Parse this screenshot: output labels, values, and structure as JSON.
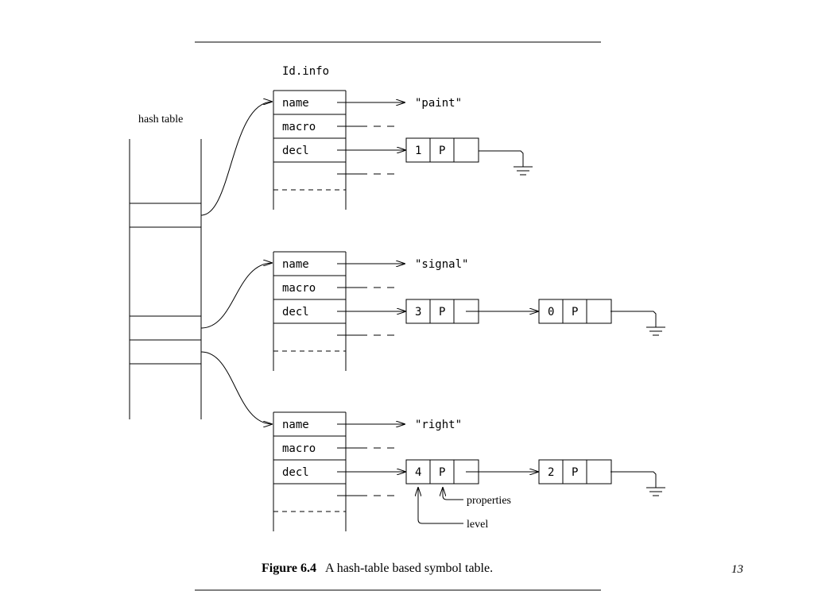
{
  "idinfo_label": "Id.info",
  "hash_label": "hash table",
  "records": [
    {
      "fields": [
        "name",
        "macro",
        "decl"
      ],
      "name_value": "\"paint\"",
      "decl_nodes": [
        {
          "level": "1",
          "prop": "P"
        }
      ]
    },
    {
      "fields": [
        "name",
        "macro",
        "decl"
      ],
      "name_value": "\"signal\"",
      "decl_nodes": [
        {
          "level": "3",
          "prop": "P"
        },
        {
          "level": "0",
          "prop": "P"
        }
      ]
    },
    {
      "fields": [
        "name",
        "macro",
        "decl"
      ],
      "name_value": "\"right\"",
      "decl_nodes": [
        {
          "level": "4",
          "prop": "P"
        },
        {
          "level": "2",
          "prop": "P"
        }
      ]
    }
  ],
  "annotations": {
    "properties": "properties",
    "level": "level"
  },
  "caption": {
    "label": "Figure 6.4",
    "text": "A hash-table based symbol table."
  },
  "page_number": "13",
  "colors": {
    "ink": "#000000",
    "page_number": "#3a7a1a"
  }
}
